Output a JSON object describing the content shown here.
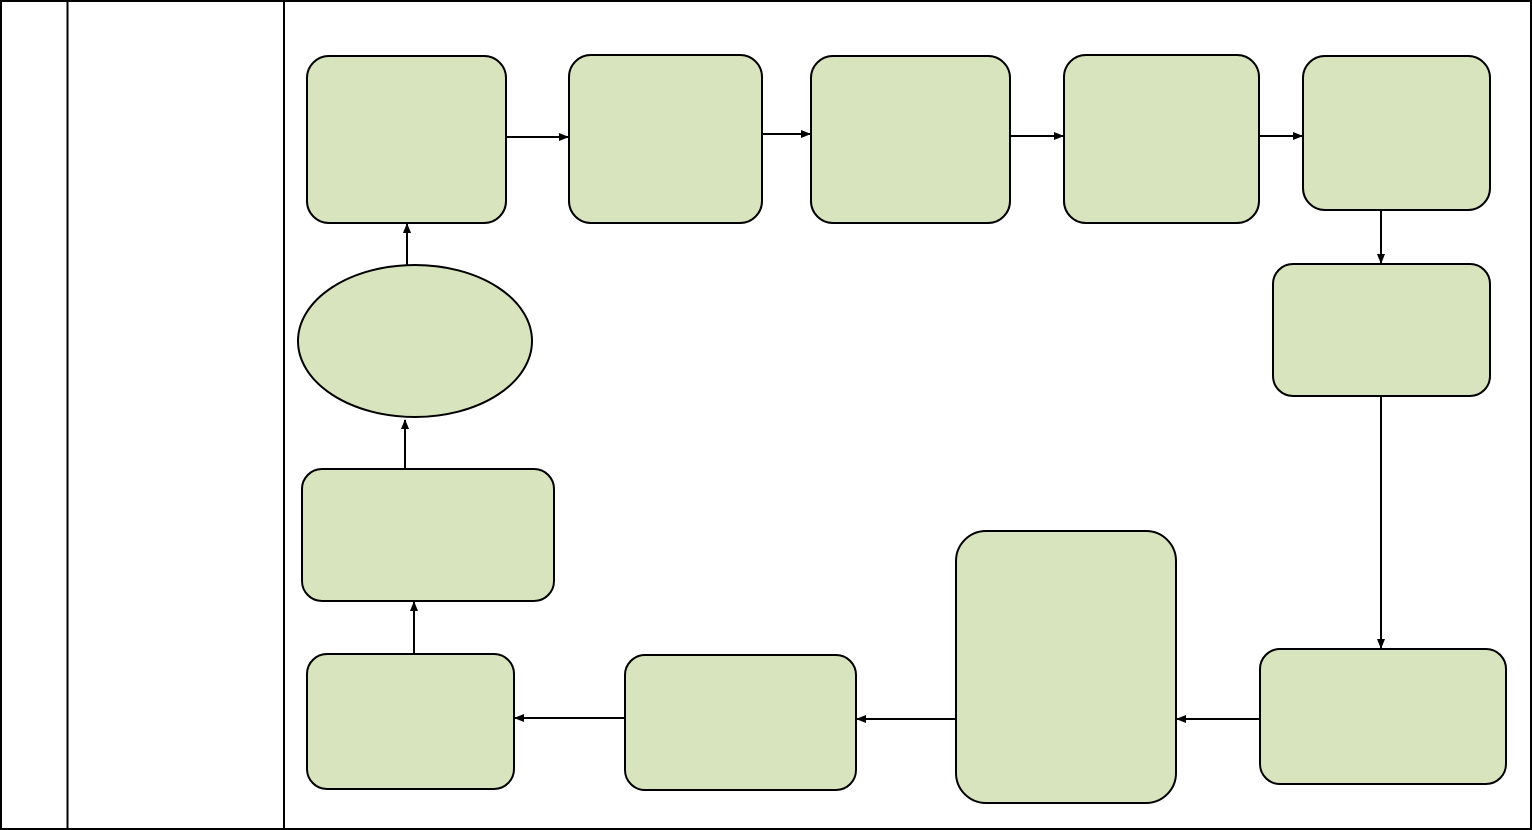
{
  "colors": {
    "node_fill": "#d8e4bd",
    "node_stroke": "#000000",
    "line": "#000000",
    "grid": "#000000",
    "background": "#ffffff"
  },
  "table": {
    "columns": [
      {
        "id": "col-1",
        "text": ""
      },
      {
        "id": "col-2",
        "text": ""
      },
      {
        "id": "col-3",
        "text": ""
      }
    ]
  },
  "diagram": {
    "nodes": [
      {
        "id": "n1",
        "shape": "rounded-rect",
        "label": ""
      },
      {
        "id": "n2",
        "shape": "rounded-rect",
        "label": ""
      },
      {
        "id": "n3",
        "shape": "rounded-rect",
        "label": ""
      },
      {
        "id": "n4",
        "shape": "rounded-rect",
        "label": ""
      },
      {
        "id": "n5",
        "shape": "rounded-rect",
        "label": ""
      },
      {
        "id": "n6",
        "shape": "rounded-rect",
        "label": ""
      },
      {
        "id": "n7",
        "shape": "rounded-rect",
        "label": ""
      },
      {
        "id": "n8",
        "shape": "rounded-rect",
        "label": ""
      },
      {
        "id": "n9",
        "shape": "rounded-rect",
        "label": ""
      },
      {
        "id": "n10",
        "shape": "rounded-rect",
        "label": ""
      },
      {
        "id": "n11",
        "shape": "rounded-rect",
        "label": ""
      },
      {
        "id": "n12",
        "shape": "ellipse",
        "label": ""
      }
    ],
    "edges": [
      {
        "from": "n1",
        "to": "n2"
      },
      {
        "from": "n2",
        "to": "n3"
      },
      {
        "from": "n3",
        "to": "n4"
      },
      {
        "from": "n4",
        "to": "n5"
      },
      {
        "from": "n5",
        "to": "n6"
      },
      {
        "from": "n6",
        "to": "n7"
      },
      {
        "from": "n7",
        "to": "n8"
      },
      {
        "from": "n8",
        "to": "n9"
      },
      {
        "from": "n9",
        "to": "n10"
      },
      {
        "from": "n10",
        "to": "n11"
      },
      {
        "from": "n11",
        "to": "n12"
      },
      {
        "from": "n12",
        "to": "n1"
      }
    ]
  }
}
